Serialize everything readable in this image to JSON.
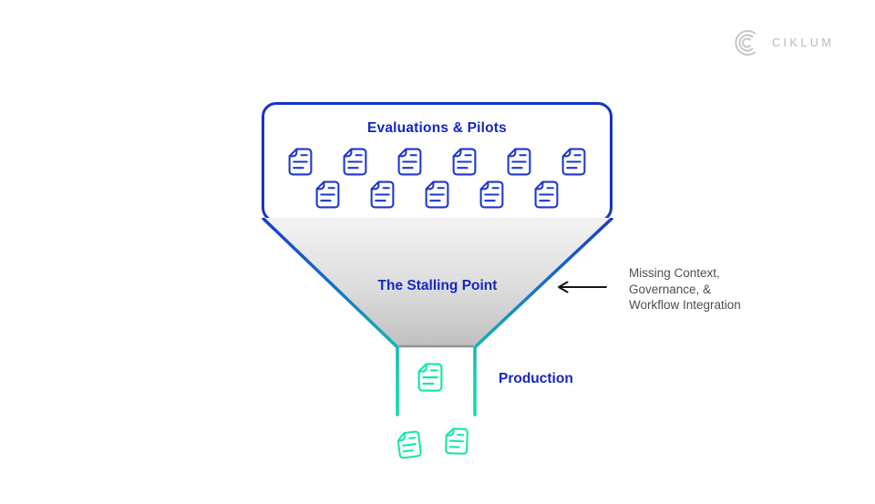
{
  "brand": {
    "name": "CIKLUM",
    "logo_icon": "ciklum-arcs-logo",
    "logo_color": "#c5c5c5"
  },
  "funnel": {
    "stage_top": {
      "label": "Evaluations & Pilots",
      "icon": "document-icon",
      "doc_rows": [
        {
          "count": 6
        },
        {
          "count": 5
        }
      ],
      "border_color": "#1733c9",
      "doc_color": "#1c36d0",
      "text_color": "#1527c2"
    },
    "stage_middle": {
      "label": "The Stalling Point",
      "fill_top_color": "#f3f3f3",
      "fill_bottom_color": "#bfbfbf",
      "edge_gradient": [
        "#1d3bca",
        "#1673c5",
        "#12c2b2",
        "#0fe0aa"
      ]
    },
    "stage_bottom": {
      "label": "Production",
      "neck_doc_count": 1,
      "released_doc_count": 2,
      "doc_color": "#0fe7a6"
    }
  },
  "annotation": {
    "lines": [
      "Missing Context,",
      "Governance, &",
      "Workflow Integration"
    ],
    "arrow_icon": "left-arrow",
    "text_color": "#4e4e4e"
  }
}
